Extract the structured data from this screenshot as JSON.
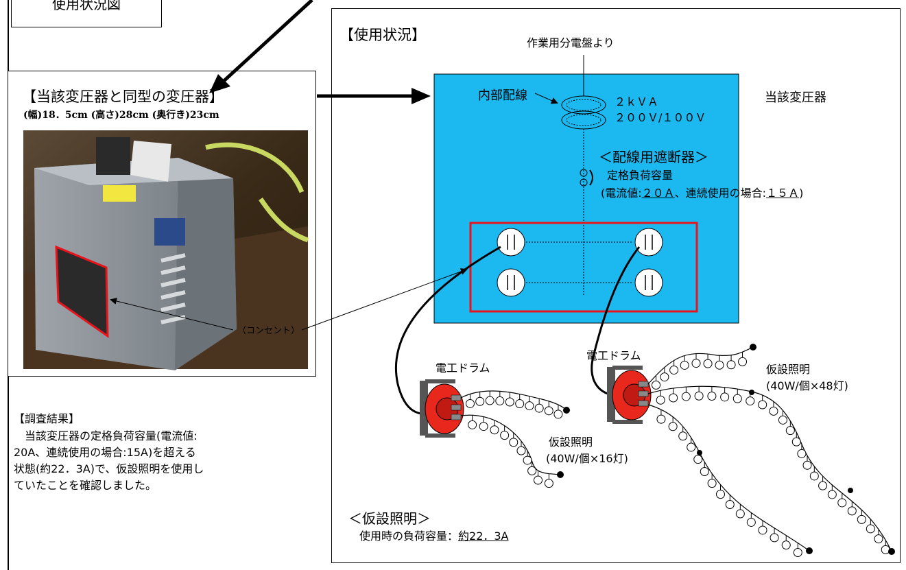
{
  "title_box": "使用状況図",
  "photo_section": {
    "heading": "【当該変圧器と同型の変圧器】",
    "dimensions": "(幅)18．5cm (高さ)28cm (奥行き)23cm",
    "outlet_label": "（コンセント）"
  },
  "usage_section": {
    "heading": "【使用状況】",
    "source": "作業用分電盤より",
    "transformer_label": "当該変圧器",
    "internal_wiring": "内部配線",
    "rating_line1": "２ｋＶＡ",
    "rating_line2": "２００Ｖ/１００Ｖ",
    "breaker_title": "＜配線用遮断器＞",
    "breaker_capacity": "定格負荷容量",
    "breaker_current_prefix": "(電流値:",
    "breaker_current_value": "２０Ａ",
    "breaker_current_mid": "、連続使用の場合:",
    "breaker_current_value2": "１５Ａ",
    "breaker_current_suffix": ")",
    "drum_left": "電工ドラム",
    "drum_right": "電工ドラム",
    "lighting_left_title": "仮設照明",
    "lighting_left_detail": "(40W/個×16灯)",
    "lighting_right_title": "仮設照明",
    "lighting_right_detail": "(40W/個×48灯)",
    "temp_lighting_title": "＜仮設照明＞",
    "load_prefix": "使用時の負荷容量：",
    "load_value": "約22．3A"
  },
  "findings": {
    "heading": "【調査結果】",
    "line1": "　当該変圧器の定格負荷容量(電流値:",
    "line2": "20A、連続使用の場合:15A)を超える",
    "line3": "状態(約22．3A)で、仮設照明を使用し",
    "line4": "ていたことを確認しました。"
  },
  "colors": {
    "transformer_fill": "#1cb8f0",
    "outlet_frame": "#e8141c",
    "drum": "#e8281c",
    "photo_dark": "#3a2a18",
    "photo_unit": "#8e949a"
  }
}
